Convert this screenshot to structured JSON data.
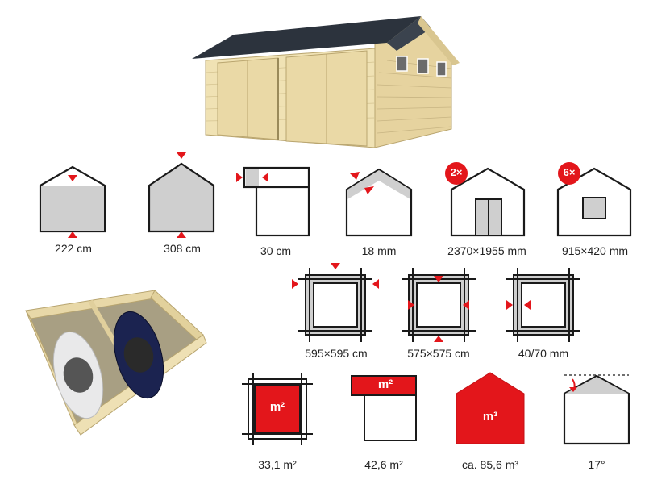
{
  "colors": {
    "accent_red": "#e3161b",
    "gray_fill": "#cfcfcf",
    "outline": "#1a1a1a",
    "wood": "#efe0b0",
    "roof": "#2c333d"
  },
  "labels": {
    "wall_height": "222 cm",
    "ridge_height": "308 cm",
    "roof_overhang": "30 cm",
    "roof_thickness": "18 mm",
    "door_size": "2370×1955 mm",
    "window_size": "915×420 mm",
    "outer_size": "595×595 cm",
    "inner_size": "575×575 cm",
    "wall_thickness": "40/70 mm",
    "floor_area": "33,1 m²",
    "roof_area": "42,6 m²",
    "volume": "ca. 85,6 m³",
    "roof_pitch": "17°"
  },
  "badges": {
    "doors": "2×",
    "windows": "6×"
  },
  "icon_text": {
    "floor_unit": "m²",
    "roof_unit": "m²",
    "volume_unit": "m³"
  }
}
